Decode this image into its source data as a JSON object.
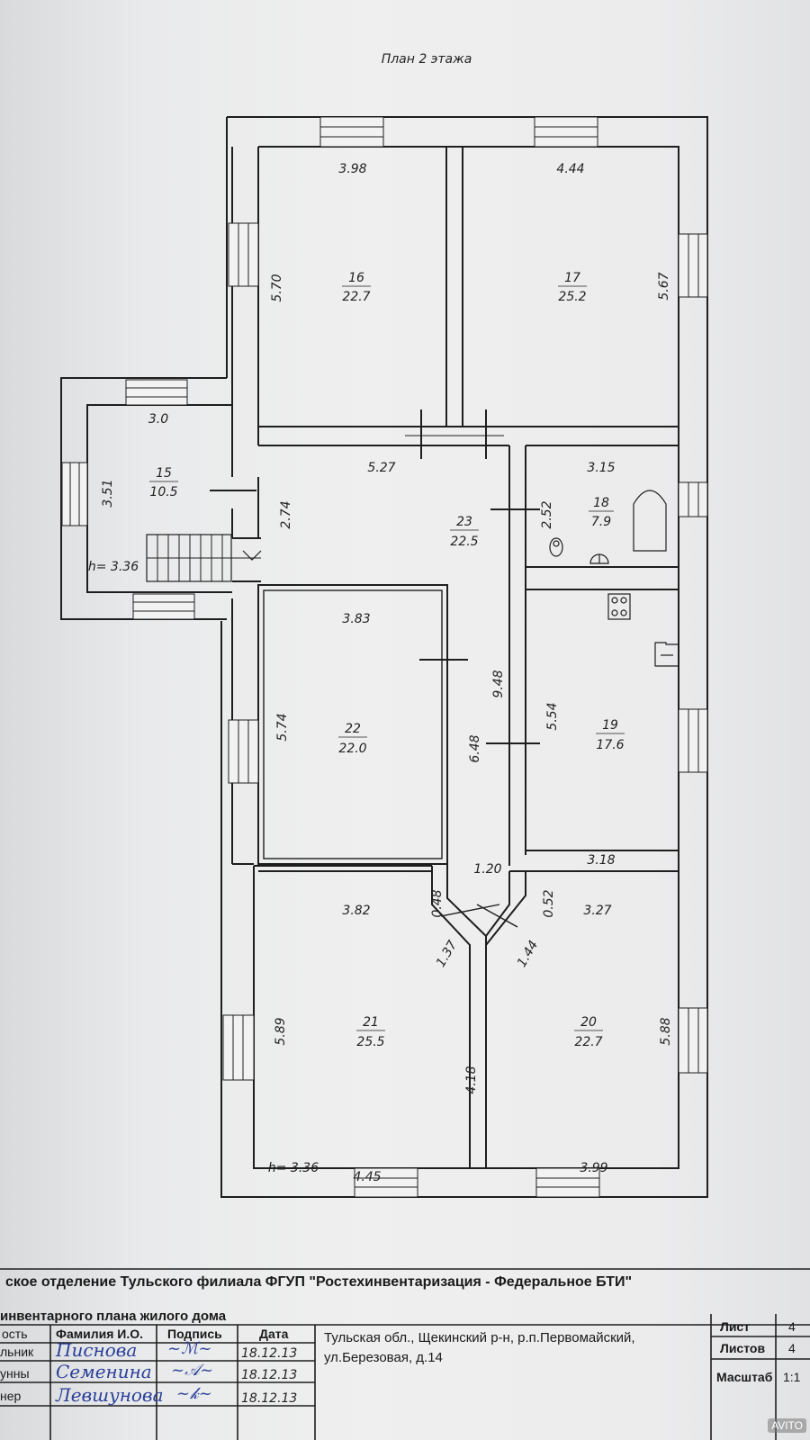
{
  "plan_title": "План 2 этажа",
  "rooms": [
    {
      "number": "16",
      "area": "22.7"
    },
    {
      "number": "17",
      "area": "25.2"
    },
    {
      "number": "15",
      "area": "10.5"
    },
    {
      "number": "23",
      "area": "22.5"
    },
    {
      "number": "18",
      "area": "7.9"
    },
    {
      "number": "22",
      "area": "22.0"
    },
    {
      "number": "19",
      "area": "17.6"
    },
    {
      "number": "21",
      "area": "25.5"
    },
    {
      "number": "20",
      "area": "22.7"
    }
  ],
  "dimensions": {
    "r16_width": "3.98",
    "r16_height": "5.70",
    "r17_width": "4.44",
    "r17_height": "5.67",
    "r15_width": "3.0",
    "r15_height": "3.51",
    "r15_ceiling": "h= 3.36",
    "r23_width": "5.27",
    "r23_height": "2.74",
    "r18_width": "3.15",
    "r18_height": "2.52",
    "r22_width": "3.83",
    "r22_height": "5.74",
    "corridor_len": "9.48",
    "corridor_len2": "6.48",
    "r19_height": "5.54",
    "r19_width": "3.18",
    "corridor_width": "1.20",
    "r21_width_top": "3.82",
    "r21_height": "5.89",
    "r21_width_bottom": "4.45",
    "r21_ceiling": "h= 3.36",
    "r20_width_top": "3.27",
    "r20_height": "5.88",
    "r20_width_bottom": "3.99",
    "hall_left": "0.48",
    "hall_right": "0.52",
    "hall_diag_left": "1.37",
    "hall_diag_right": "1.44",
    "hall_length": "4.18"
  },
  "stamp": {
    "org_line": "ское отделение Тульского филиала ФГУП \"Ростехинвентаризация - Федеральное БТИ\"",
    "doc_line": "инвентарного плана жилого дома",
    "col_role": "ость",
    "col_name": "Фамилия И.О.",
    "col_sign": "Подпись",
    "col_date": "Дата",
    "address_line1": "Тульская обл., Щекинский р-н, р.п.Первомайский,",
    "address_line2": "ул.Березовая, д.14",
    "sheet_label": "Лист",
    "sheets_label": "Листов",
    "scale_label": "Масштаб",
    "sheet_value": "4",
    "sheets_value": "4",
    "scale_value": "1:1",
    "rows": [
      {
        "role": "льник",
        "name": "Писнова",
        "date": "18.12.13"
      },
      {
        "role": "унны",
        "name": "Семенина",
        "date": "18.12.13"
      },
      {
        "role": "нер",
        "name": "Левшунова",
        "date": "18.12.13"
      }
    ]
  },
  "watermark": "AVITO"
}
